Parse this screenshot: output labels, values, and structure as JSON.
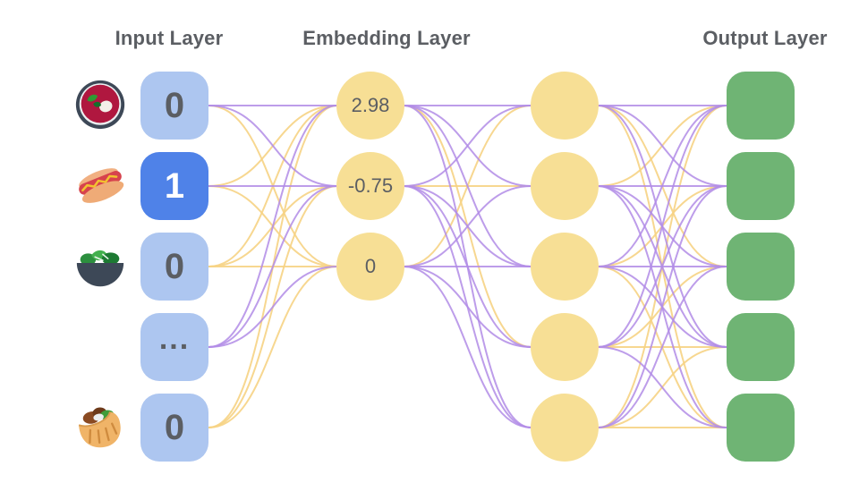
{
  "titles": {
    "input": "Input Layer",
    "embedding": "Embedding Layer",
    "output": "Output Layer"
  },
  "input_layer": {
    "nodes": [
      {
        "value": "0",
        "active": false,
        "icon": "soup-bowl"
      },
      {
        "value": "1",
        "active": true,
        "icon": "hot-dog"
      },
      {
        "value": "0",
        "active": false,
        "icon": "green-salad"
      },
      {
        "value": "...",
        "active": false,
        "icon": null
      },
      {
        "value": "0",
        "active": false,
        "icon": "stuffed-flatbread"
      }
    ]
  },
  "embedding_layer": {
    "nodes": [
      {
        "value": "2.98"
      },
      {
        "value": "-0.75"
      },
      {
        "value": "0"
      }
    ]
  },
  "hidden_layer": {
    "node_count": 5
  },
  "output_layer": {
    "node_count": 5
  },
  "colors": {
    "input_node": "#adc6f0",
    "input_node_active": "#4f82e8",
    "embedding_node": "#f7df95",
    "hidden_node": "#f7df95",
    "output_node": "#6fb474",
    "edge_purple": "#b28ce6",
    "edge_yellow": "#f6d384",
    "label_text": "#5b5e63",
    "active_value_text": "#ffffff"
  },
  "edges": {
    "input_to_embedding": [
      [
        "purple",
        "purple",
        "yellow"
      ],
      [
        "yellow",
        "purple",
        "yellow"
      ],
      [
        "yellow",
        "yellow",
        "yellow"
      ],
      [
        "purple",
        "purple",
        "purple"
      ],
      [
        "yellow",
        "yellow",
        "yellow"
      ]
    ],
    "embedding_to_hidden": [
      [
        "purple",
        "purple",
        "purple",
        "yellow",
        "purple"
      ],
      [
        "purple",
        "yellow",
        "purple",
        "purple",
        "purple"
      ],
      [
        "yellow",
        "purple",
        "purple",
        "purple",
        "purple"
      ]
    ],
    "hidden_to_output": [
      [
        "purple",
        "purple",
        "yellow",
        "purple",
        "yellow"
      ],
      [
        "yellow",
        "purple",
        "purple",
        "purple",
        "purple"
      ],
      [
        "purple",
        "yellow",
        "purple",
        "purple",
        "yellow"
      ],
      [
        "purple",
        "purple",
        "yellow",
        "yellow",
        "purple"
      ],
      [
        "yellow",
        "purple",
        "purple",
        "yellow",
        "yellow"
      ]
    ]
  }
}
